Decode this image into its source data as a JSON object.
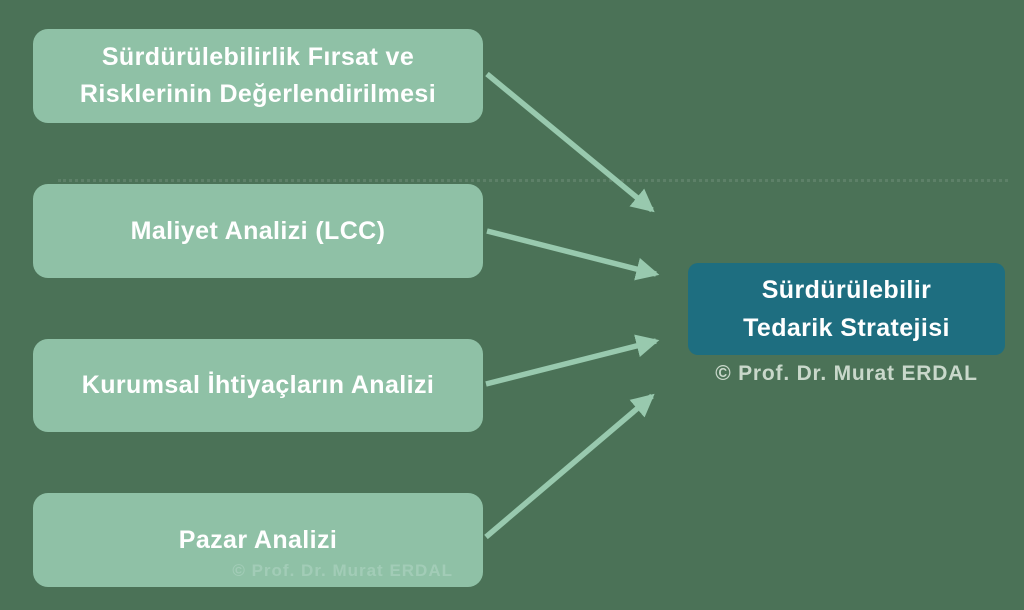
{
  "diagram": {
    "background_color": "#4b7257",
    "source_box_color": "#8fc1a6",
    "target_box_color": "#1e6e80",
    "arrow_color": "#98c9ae",
    "text_color": "#ffffff",
    "source_boxes": [
      {
        "label": "Sürdürülebilirlik Fırsat ve Risklerinin Değerlendirilmesi",
        "lines": [
          "Sürdürülebilirlik Fırsat ve",
          "Risklerinin Değerlendirilmesi"
        ]
      },
      {
        "label": "Maliyet Analizi (LCC)",
        "lines": [
          "Maliyet Analizi (LCC)"
        ]
      },
      {
        "label": "Kurumsal İhtiyaçların Analizi",
        "lines": [
          "Kurumsal İhtiyaçların Analizi"
        ]
      },
      {
        "label": "Pazar Analizi",
        "lines": [
          "Pazar Analizi"
        ],
        "watermark": "© Prof. Dr. Murat ERDAL"
      }
    ],
    "target_box": {
      "label": "Sürdürülebilir Tedarik Stratejisi",
      "lines": [
        "Sürdürülebilir",
        "Tedarik Stratejisi"
      ]
    },
    "credit": "© Prof. Dr. Murat ERDAL"
  }
}
